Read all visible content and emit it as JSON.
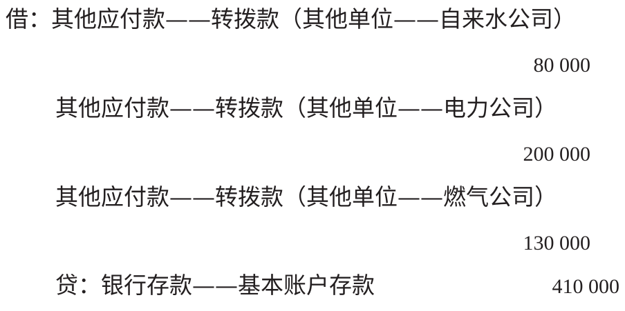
{
  "entry": {
    "debit_prefix": "借：",
    "debit_lines": [
      {
        "account": "其他应付款——转拨款（其他单位——自来水公司）",
        "amount": "80 000"
      },
      {
        "account": "其他应付款——转拨款（其他单位——电力公司）",
        "amount": "200 000"
      },
      {
        "account": "其他应付款——转拨款（其他单位——燃气公司）",
        "amount": "130 000"
      }
    ],
    "credit_prefix": "贷：",
    "credit_line": {
      "account": "银行存款——基本账户存款",
      "amount": "410 000"
    }
  }
}
